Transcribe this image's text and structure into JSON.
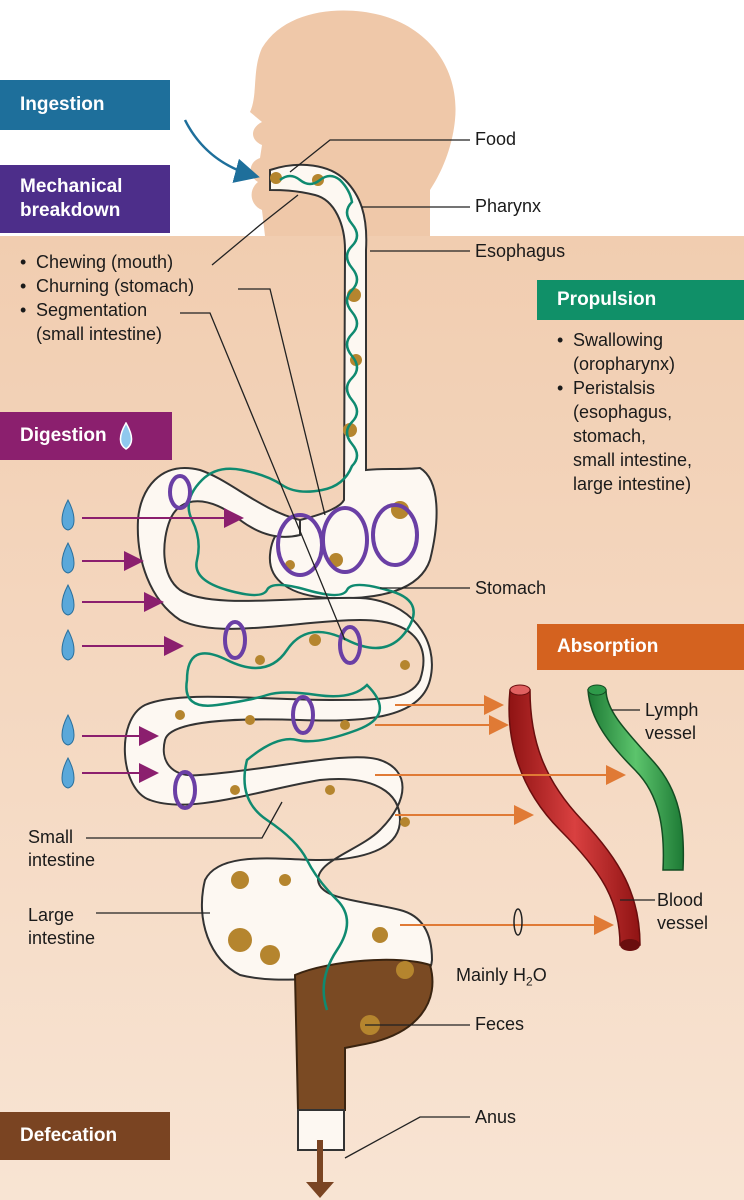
{
  "boxes": {
    "ingestion": "Ingestion",
    "mechanical_1": "Mechanical",
    "mechanical_2": "breakdown",
    "digestion": "Digestion",
    "propulsion": "Propulsion",
    "absorption": "Absorption",
    "defecation": "Defecation"
  },
  "mechanical_items": [
    "Chewing (mouth)",
    "Churning (stomach)",
    "Segmentation",
    "(small intestine)"
  ],
  "propulsion_items": [
    "Swallowing",
    "(oropharynx)",
    "Peristalsis",
    "(esophagus,",
    "stomach,",
    "small intestine,",
    "large intestine)"
  ],
  "labels": {
    "food": "Food",
    "pharynx": "Pharynx",
    "esophagus": "Esophagus",
    "stomach": "Stomach",
    "lymph_1": "Lymph",
    "lymph_2": "vessel",
    "small_1": "Small",
    "small_2": "intestine",
    "large_1": "Large",
    "large_2": "intestine",
    "blood_1": "Blood",
    "blood_2": "vessel",
    "water_main": "Mainly H",
    "water_sub": "2",
    "water_end": "O",
    "feces": "Feces",
    "anus": "Anus"
  },
  "colors": {
    "skin": "#efc8a9",
    "ingestion": "#1e6f9b",
    "mechanical": "#4d2e8a",
    "digestion": "#8b1f6e",
    "propulsion": "#109068",
    "absorption": "#d4621f",
    "defecation": "#7a4422",
    "wave": "#0f8a70",
    "blood_vessel": "#b52020",
    "lymph_vessel": "#2e9a4a"
  }
}
